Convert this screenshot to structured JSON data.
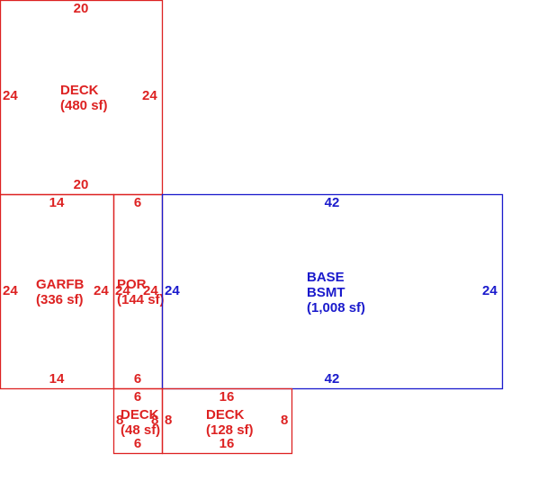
{
  "colors": {
    "red": "#dd2222",
    "blue": "#1a1acc",
    "background": "#ffffff"
  },
  "areas": [
    {
      "code": "DECK",
      "area": "(480 sf)",
      "color": "red",
      "dims": {
        "top": "20",
        "bottom": "20",
        "left": "24",
        "right": "24"
      }
    },
    {
      "code": "GARFB",
      "area": "(336 sf)",
      "color": "red",
      "dims": {
        "top": "14",
        "bottom": "14",
        "left": "24",
        "right": "24"
      }
    },
    {
      "code": "POR",
      "area": "(144 sf)",
      "color": "red",
      "dims": {
        "top": "6",
        "bottom": "6",
        "left": "24",
        "right": "24"
      }
    },
    {
      "code": "BASE",
      "subcode": "BSMT",
      "area": "(1,008 sf)",
      "color": "blue",
      "dims": {
        "top": "42",
        "bottom": "42",
        "left": "24",
        "right": "24"
      }
    },
    {
      "code": "DECK",
      "area": "(48 sf)",
      "color": "red",
      "dims": {
        "top": "6",
        "bottom": "6",
        "left": "8",
        "right": "8"
      }
    },
    {
      "code": "DECK",
      "area": "(128 sf)",
      "color": "red",
      "dims": {
        "top": "16",
        "bottom": "16",
        "left": "8",
        "right": "8"
      }
    }
  ]
}
